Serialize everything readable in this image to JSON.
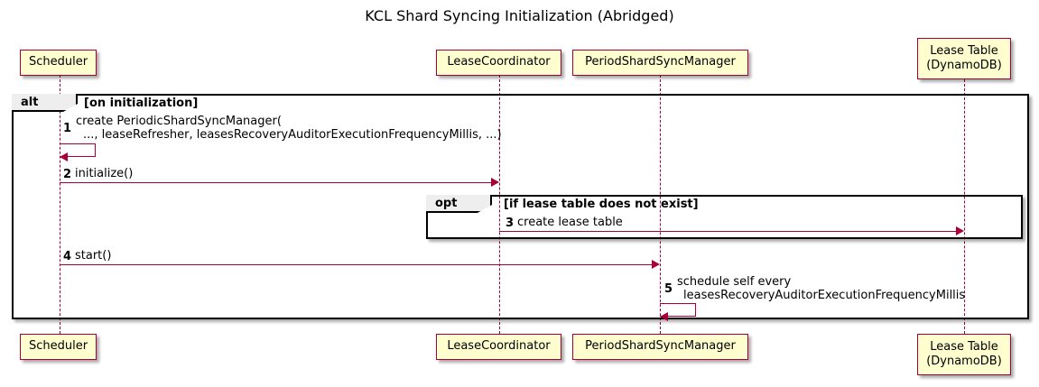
{
  "diagram": {
    "title": "KCL Shard Syncing Initialization (Abridged)",
    "type": "uml-sequence-diagram",
    "colors": {
      "participant_fill": "#FEFECE",
      "participant_border": "#A80036",
      "arrow": "#A80036",
      "fragment_border": "#000000",
      "fragment_tab_fill": "#EEEEEE",
      "text": "#000000",
      "background": "#FFFFFF"
    },
    "participants": [
      {
        "id": "scheduler",
        "label": "Scheduler",
        "line2": ""
      },
      {
        "id": "lease-coordinator",
        "label": "LeaseCoordinator",
        "line2": ""
      },
      {
        "id": "period-shard-sync-manager",
        "label": "PeriodShardSyncManager",
        "line2": ""
      },
      {
        "id": "lease-table",
        "label": "Lease Table",
        "line2": "(DynamoDB)"
      }
    ],
    "fragments": [
      {
        "id": "alt",
        "operator": "alt",
        "condition": "[on initialization]"
      },
      {
        "id": "opt",
        "operator": "opt",
        "condition": "[if lease table does not exist]"
      }
    ],
    "messages": [
      {
        "number": "1",
        "from": "scheduler",
        "to": "scheduler",
        "kind": "self",
        "line1": "create PeriodicShardSyncManager(",
        "line2": "..., leaseRefresher, leasesRecoveryAuditorExecutionFrequencyMillis, ...)"
      },
      {
        "number": "2",
        "from": "scheduler",
        "to": "lease-coordinator",
        "kind": "call",
        "line1": "initialize()",
        "line2": ""
      },
      {
        "number": "3",
        "from": "lease-coordinator",
        "to": "lease-table",
        "kind": "call",
        "line1": "create lease table",
        "line2": ""
      },
      {
        "number": "4",
        "from": "scheduler",
        "to": "period-shard-sync-manager",
        "kind": "call",
        "line1": "start()",
        "line2": ""
      },
      {
        "number": "5",
        "from": "period-shard-sync-manager",
        "to": "period-shard-sync-manager",
        "kind": "self",
        "line1": "schedule self every",
        "line2": "leasesRecoveryAuditorExecutionFrequencyMillis"
      }
    ]
  }
}
